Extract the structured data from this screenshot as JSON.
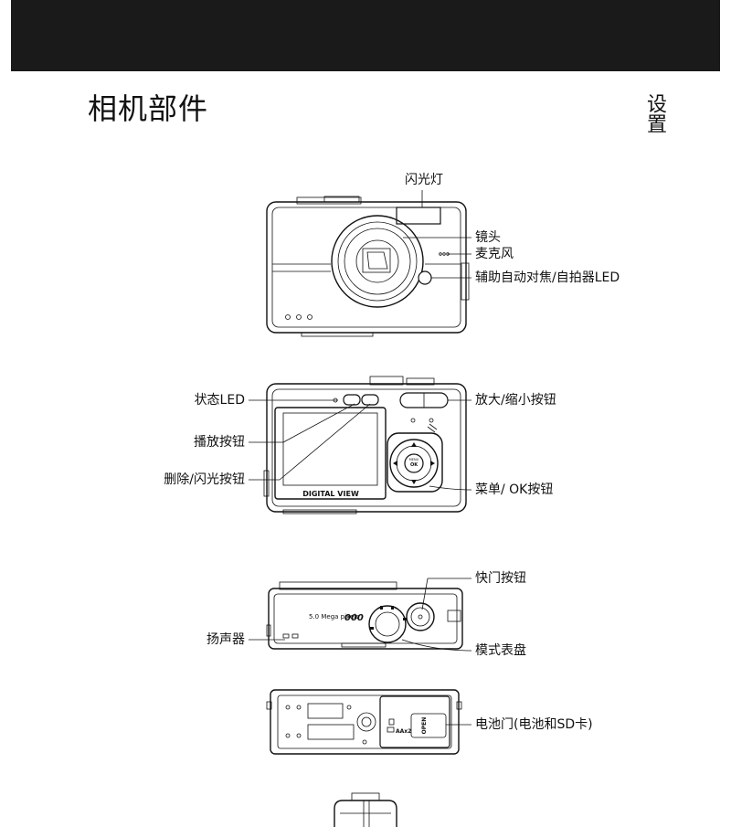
{
  "header": {
    "title": "相机部件",
    "section": "设置"
  },
  "front_view": {
    "labels": {
      "flash": "闪光灯",
      "lens": "镜头",
      "mic": "麦克风",
      "af_led": "辅助自动对焦/自拍器LED"
    }
  },
  "back_view": {
    "screen_text": "DIGITAL VIEW",
    "labels": {
      "status_led": "状态LED",
      "playback": "播放按钮",
      "delete": "删除/闪光按钮",
      "zoom": "放大/缩小按钮",
      "menu_ok": "菜单/ OK按钮"
    },
    "ok_text": "OK",
    "menu_text": "MENU"
  },
  "top_view": {
    "mp_text": "5.0 Mega pixels",
    "labels": {
      "shutter": "快门按钮",
      "speaker": "扬声器",
      "mode_dial": "模式表盘"
    }
  },
  "bottom_view": {
    "battery_text": "AAx2",
    "open_text": "OPEN",
    "labels": {
      "battery_door": "电池门(电池和SD卡)"
    }
  }
}
